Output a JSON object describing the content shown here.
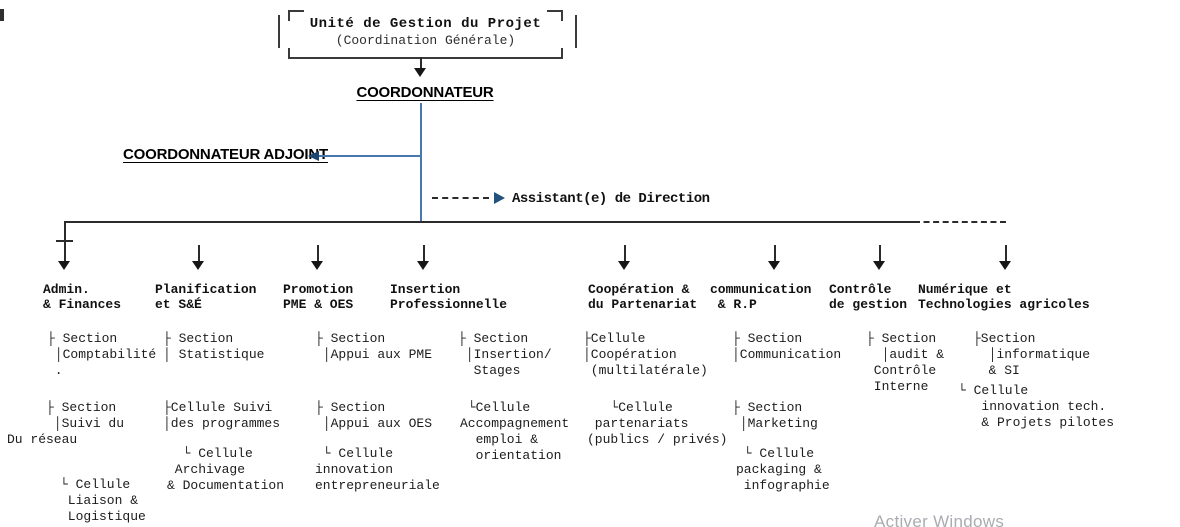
{
  "colors": {
    "line": "#2b2b2b",
    "accent_blue": "#4878ae",
    "arrowhead_blue": "#1d4670",
    "text": "#111111",
    "watermark_gray": "#a9acb0"
  },
  "root_box": {
    "title": "Unité de Gestion du Projet",
    "subtitle": "(Coordination Générale)"
  },
  "coordinator_label": "COORDONNATEUR",
  "deputy_label": "COORDONNATEUR ADJOINT",
  "assistant_label": "Assistant(e) de Direction",
  "watermark_text": "Activer Windows",
  "departments": [
    {
      "name": "Admin.\n& Finances",
      "units": [
        "├ Section\n │Comptabilité\n .",
        "     ├ Section\n      │Suivi du\nDu réseau",
        "└ Cellule\n Liaison &\n Logistique"
      ]
    },
    {
      "name": "Planification\net S&É",
      "units": [
        "├ Section\n│ Statistique",
        "├Cellule Suivi\n│des programmes",
        "  └ Cellule\n Archivage\n& Documentation"
      ]
    },
    {
      "name": "Promotion\nPME & OES",
      "units": [
        "├ Section\n │Appui aux PME",
        "├ Section\n │Appui aux OES",
        " └ Cellule\ninnovation\nentrepreneuriale"
      ]
    },
    {
      "name": "Insertion\nProfessionnelle",
      "units": [
        "├ Section\n │Insertion/\n  Stages",
        " └Cellule\nAccompagnement\n  emploi &\n  orientation"
      ]
    },
    {
      "name": "Coopération &\ndu Partenariat",
      "units": [
        "├Cellule\n│Coopération\n (multilatérale)",
        "   └Cellule\n partenariats\n(publics / privés)"
      ]
    },
    {
      "name": "communication\n & R.P",
      "units": [
        "├ Section\n│Communication",
        "├ Section\n │Marketing",
        " └ Cellule\npackaging &\n infographie"
      ]
    },
    {
      "name": "Contrôle\nde gestion",
      "units": [
        "├ Section\n  │audit &\n Contrôle\n Interne"
      ]
    },
    {
      "name": "Numérique et\nTechnologies agricoles",
      "units": [
        "├Section\n  │informatique\n  & SI",
        "└ Cellule\n   innovation tech.\n   & Projets pilotes"
      ]
    }
  ]
}
